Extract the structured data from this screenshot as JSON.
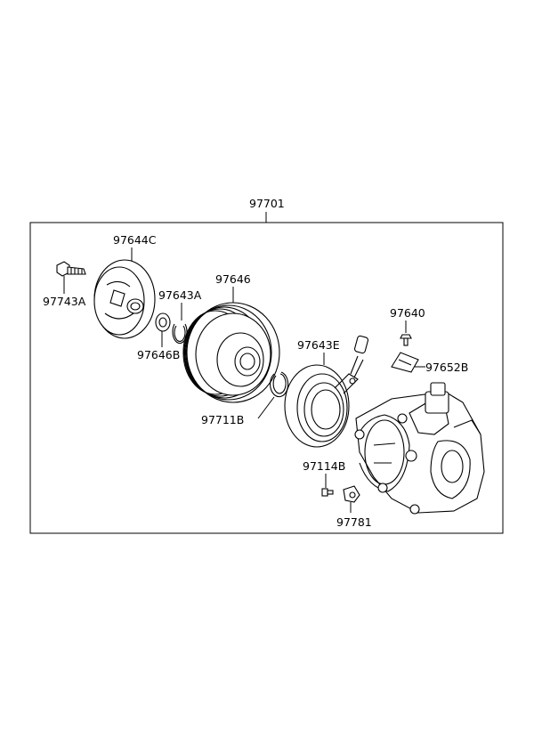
{
  "assembly_number": "97701",
  "parts": {
    "bolt": "97743A",
    "hub": "97644C",
    "shim": "97646B",
    "snap_ring_a": "97643A",
    "pulley": "97646",
    "snap_ring_b": "97711B",
    "field_coil": "97643E",
    "bolt_small": "97640",
    "bracket": "97652B",
    "screw": "97114B",
    "clip": "97781"
  }
}
